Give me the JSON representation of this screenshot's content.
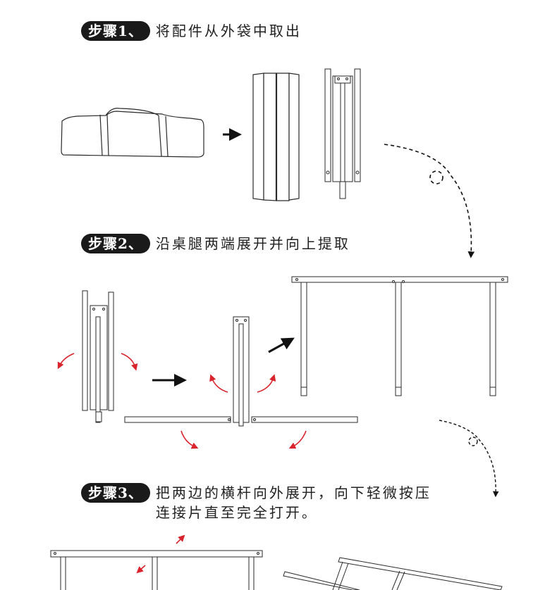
{
  "steps": [
    {
      "badge": "步骤1、",
      "lines": [
        "将配件从外袋中取出"
      ]
    },
    {
      "badge": "步骤2、",
      "lines": [
        "沿桌腿两端展开并向上提取"
      ]
    },
    {
      "badge": "步骤3、",
      "lines": [
        "把两边的横杆向外展开，向下轻微按压",
        "连接片直至完全打开。"
      ]
    }
  ],
  "colors": {
    "badge_bg": "#1a1a1a",
    "line": "#2a2a2a",
    "rotate_arrow": "#d9232d",
    "move_arrow": "#1a1a1a"
  }
}
